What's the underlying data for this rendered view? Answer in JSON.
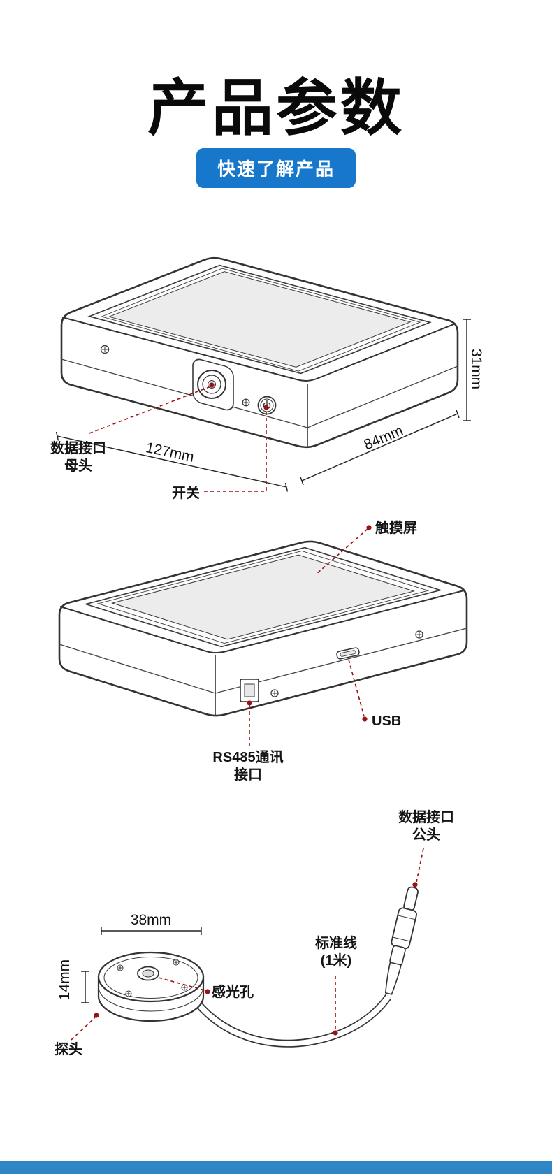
{
  "page": {
    "title": "产品参数",
    "badge": "快速了解产品",
    "accent_blue": "#1778cb",
    "annotation_red": "#9a1212",
    "footer_bar_color": "#2e86c4"
  },
  "device_top": {
    "dim_height": "31mm",
    "dim_length": "127mm",
    "dim_width": "84mm",
    "data_port_line1": "数据接口",
    "data_port_line2": "母头",
    "switch_label": "开关"
  },
  "device_bottom": {
    "touchscreen_label": "触摸屏",
    "usb_label": "USB",
    "rs485_line1": "RS485通讯",
    "rs485_line2": "接口"
  },
  "probe": {
    "connector_line1": "数据接口",
    "connector_line2": "公头",
    "dim_diameter": "38mm",
    "dim_height": "14mm",
    "sensor_hole_label": "感光孔",
    "cable_line1": "标准线",
    "cable_line2": "(1米)",
    "probe_label": "探头"
  }
}
